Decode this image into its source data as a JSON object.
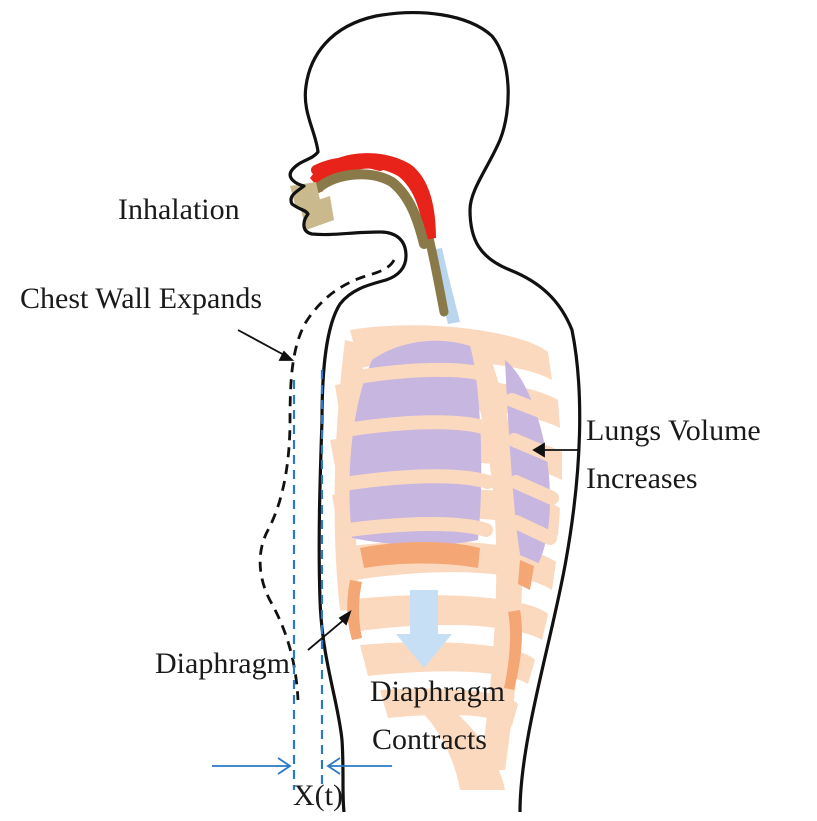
{
  "labels": {
    "inhalation": "Inhalation",
    "chest_wall": "Chest Wall Expands",
    "lungs_line1": "Lungs Volume",
    "lungs_line2": "Increases",
    "diaphragm": "Diaphragm",
    "diaphragm_contracts_line1": "Diaphragm",
    "diaphragm_contracts_line2": "Contracts",
    "displacement": "X(t)"
  },
  "colors": {
    "outline": "#111111",
    "airway_red": "#e8231a",
    "airway_brown": "#8a7a4a",
    "trachea_blue": "#b9d6ee",
    "lungs": "#c6b6e0",
    "ribs": "#fbd9bf",
    "diaphragm": "#f4a774",
    "arrow_blue": "#c7dff5",
    "measure_blue": "#2a78c8",
    "teeth": "#c9b98c"
  }
}
